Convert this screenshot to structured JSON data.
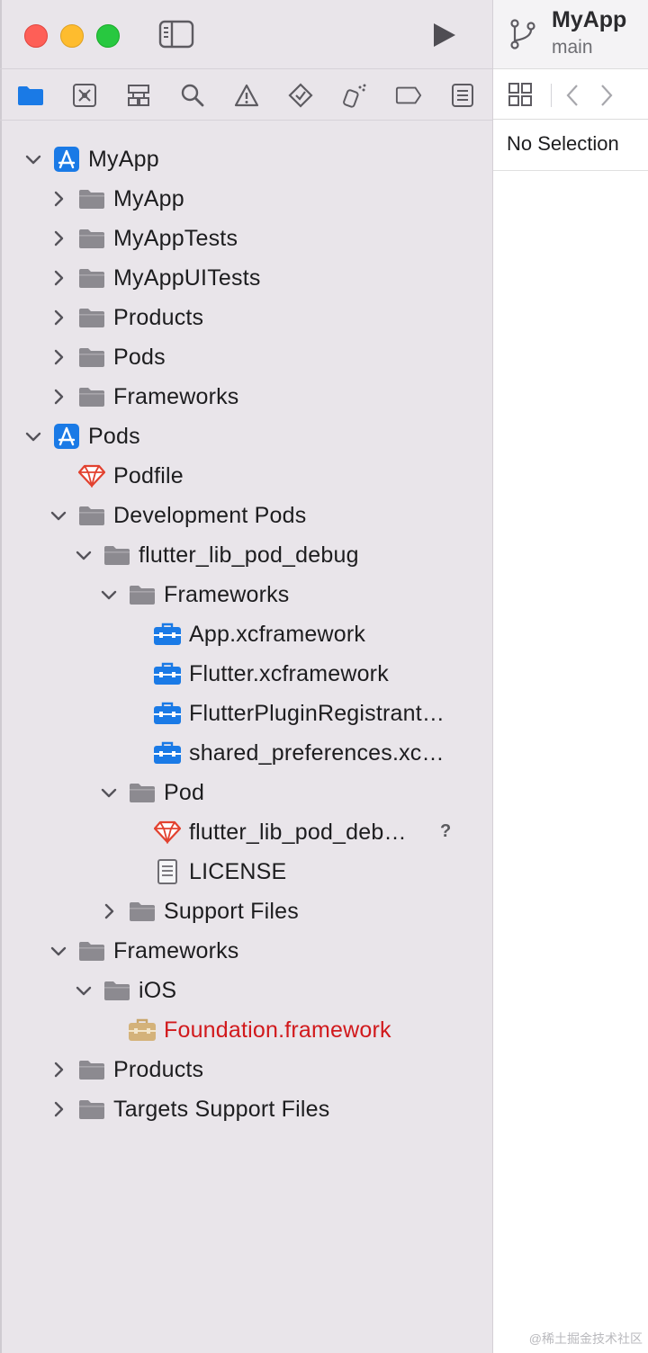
{
  "toolbar": {
    "branch_title": "MyApp",
    "branch_name": "main"
  },
  "navigator_tabs": [
    "folder-icon",
    "source-control-icon",
    "symbol-icon",
    "find-icon",
    "issue-icon",
    "test-icon",
    "debug-icon",
    "breakpoint-icon",
    "report-icon"
  ],
  "tree": [
    {
      "label": "MyApp",
      "icon": "app-project-icon",
      "expanded": true
    },
    {
      "label": "MyApp",
      "icon": "folder-icon",
      "expanded": false
    },
    {
      "label": "MyAppTests",
      "icon": "folder-icon",
      "expanded": false
    },
    {
      "label": "MyAppUITests",
      "icon": "folder-icon",
      "expanded": false
    },
    {
      "label": "Products",
      "icon": "folder-icon",
      "expanded": false
    },
    {
      "label": "Pods",
      "icon": "folder-icon",
      "expanded": false
    },
    {
      "label": "Frameworks",
      "icon": "folder-icon",
      "expanded": false
    },
    {
      "label": "Pods",
      "icon": "app-project-icon",
      "expanded": true
    },
    {
      "label": "Podfile",
      "icon": "ruby-icon"
    },
    {
      "label": "Development Pods",
      "icon": "folder-icon",
      "expanded": true
    },
    {
      "label": "flutter_lib_pod_debug",
      "icon": "folder-icon",
      "expanded": true
    },
    {
      "label": "Frameworks",
      "icon": "folder-icon",
      "expanded": true
    },
    {
      "label": "App.xcframework",
      "icon": "framework-icon"
    },
    {
      "label": "Flutter.xcframework",
      "icon": "framework-icon"
    },
    {
      "label": "FlutterPluginRegistrant…",
      "icon": "framework-icon"
    },
    {
      "label": "shared_preferences.xc…",
      "icon": "framework-icon"
    },
    {
      "label": "Pod",
      "icon": "folder-icon",
      "expanded": true
    },
    {
      "label": "flutter_lib_pod_deb…",
      "icon": "ruby-icon",
      "status": "?"
    },
    {
      "label": "LICENSE",
      "icon": "document-icon"
    },
    {
      "label": "Support Files",
      "icon": "folder-icon",
      "expanded": false
    },
    {
      "label": "Frameworks",
      "icon": "folder-icon",
      "expanded": true
    },
    {
      "label": "iOS",
      "icon": "folder-icon",
      "expanded": true
    },
    {
      "label": "Foundation.framework",
      "icon": "framework-missing-icon",
      "missing": true
    },
    {
      "label": "Products",
      "icon": "folder-icon",
      "expanded": false
    },
    {
      "label": "Targets Support Files",
      "icon": "folder-icon",
      "expanded": false
    }
  ],
  "inspector": {
    "no_selection": "No Selection"
  },
  "watermark": "@稀土掘金技术社区",
  "colors": {
    "accent": "#1a7ae6",
    "missing_file": "#d1191c",
    "sidebar_bg": "#e9e5ea"
  }
}
